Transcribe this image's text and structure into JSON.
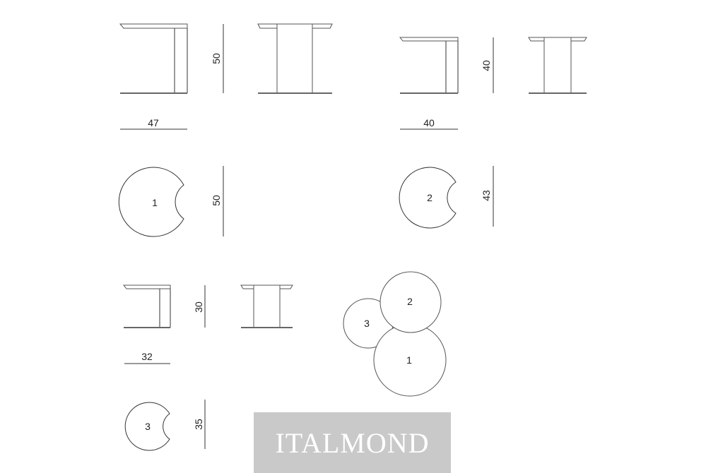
{
  "dimensions": {
    "table1_height": "50",
    "table1_width": "47",
    "table1_depth": "50",
    "table2_height": "40",
    "table2_width": "40",
    "table2_depth": "43",
    "table3_height": "30",
    "table3_width": "32",
    "table3_depth": "35"
  },
  "labels": {
    "top1": "1",
    "top2": "2",
    "top3": "3",
    "group1": "1",
    "group2": "2",
    "group3": "3"
  },
  "brand": {
    "logo_text": "ITALMOND",
    "logo_bg": "#c9c9c9"
  }
}
